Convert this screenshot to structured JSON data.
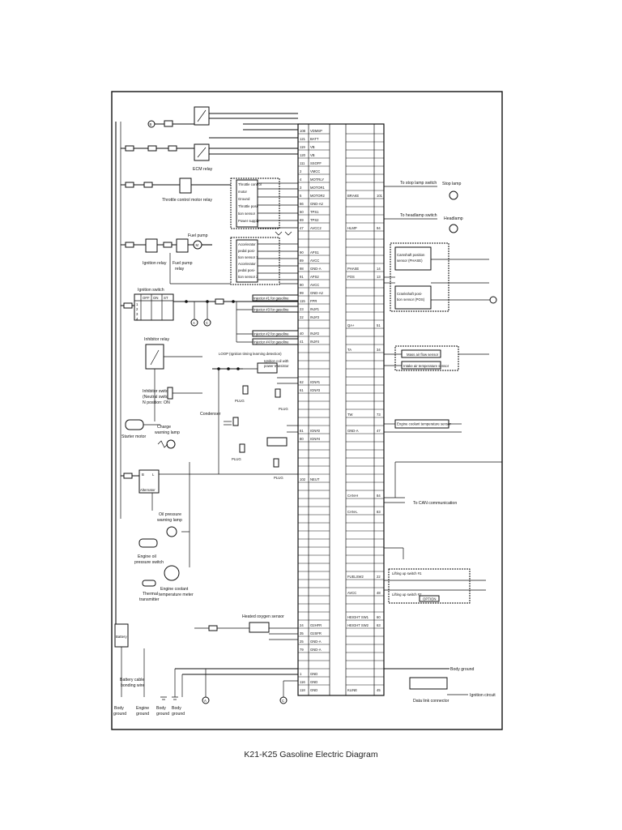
{
  "caption": "K21-K25 Gasoline Electric Diagram",
  "components": {
    "ecm_relay": "ECM relay",
    "throttle_motor_relay": "Throttle control motor relay",
    "fuel_pump": "Fuel pump",
    "ignition_relay": "Ignition relay",
    "fuel_pump_relay_1": "Fuel pump",
    "fuel_pump_relay_2": "relay",
    "ignition_switch": "Ignition switch",
    "inhibitor_relay": "Inhibitor relay",
    "inhibitor_switch_1": "Inhibitor switch",
    "inhibitor_switch_2": "(Neutral switch)",
    "inhibitor_switch_3": "N position: ON",
    "starter_motor": "Starter motor",
    "charge_lamp_1": "Charge",
    "charge_lamp_2": "warning lamp",
    "alternator": "Alternator",
    "oil_lamp_1": "Oil pressure",
    "oil_lamp_2": "warning lamp",
    "oil_switch_1": "Engine oil",
    "oil_switch_2": "pressure switch",
    "thermal_1": "Thermal",
    "thermal_2": "transmitter",
    "temp_meter_1": "Engine coolant",
    "temp_meter_2": "temperature meter",
    "battery": "Battery",
    "battery_cable_1": "Battery cable",
    "battery_cable_2": "bonding wire",
    "body_ground_1": "Body",
    "body_ground_2": "ground",
    "engine_ground_1": "Engine",
    "engine_ground_2": "ground",
    "condenser": "Condenser",
    "loop_label": "LOOP (Ignition timing learning detection)",
    "ign_coil_1": "Ignition coil with",
    "ign_coil_2": "power transistor",
    "plug": "PLUG",
    "heated_o2": "Heated oxygen sensor",
    "to_stop_lamp_switch": "To stop lamp switch",
    "stop_lamp": "Stop lamp",
    "to_headlamp_switch": "To headlamp switch",
    "headlamp": "Headlamp",
    "cam_sensor_1": "Camshaft position",
    "cam_sensor_2": "sensor (PHASE)",
    "crank_sensor_1": "Crankshaft posi-",
    "crank_sensor_2": "tion sensor (POS)",
    "maf_1": "Mass air flow sensor",
    "maf_2": "Intake air temperature sensor",
    "ect_sensor": "Engine coolant temperature sensor",
    "to_can": "To CAN communication",
    "lift_sw_1": "Lifting up switch #1",
    "lift_sw_2": "Lifting up switch #2",
    "option": "OPTION",
    "body_ground_right": "Body ground",
    "ignition_circuit": "Ignition circuit",
    "data_link": "Data link connector",
    "throttle_actuator": [
      "Throttle control",
      "motor",
      "Ground",
      "Throttle posi-",
      "tion sensor",
      "Power supply"
    ],
    "accel_sensor": [
      "Accelerator",
      "pedal posi-",
      "tion sensor 1",
      "Accelerator",
      "pedal posi-",
      "tion sensor 2"
    ],
    "injectors": [
      "Injector #1 for gasoline",
      "Injector #3 for gasoline",
      "Injector #2 for gasoline",
      "Injector #4 for gasoline"
    ],
    "ign_sw_header": [
      "OFF",
      "ON",
      "ST"
    ],
    "ign_sw_rows": [
      "1",
      "2",
      "3",
      "4"
    ]
  },
  "ecm_left_pins": [
    {
      "n": "108",
      "s": "VDMSP"
    },
    {
      "n": "121",
      "s": "BATT"
    },
    {
      "n": "119",
      "s": "VB"
    },
    {
      "n": "120",
      "s": "VB"
    },
    {
      "n": "111",
      "s": "SSOFF"
    },
    {
      "n": "2",
      "s": "VMCC"
    },
    {
      "n": "4",
      "s": "MOTRLY"
    },
    {
      "n": "3",
      "s": "MOTOR1"
    },
    {
      "n": "5",
      "s": "MOTOR2"
    },
    {
      "n": "66",
      "s": "GND-A2"
    },
    {
      "n": "50",
      "s": "TPS1"
    },
    {
      "n": "69",
      "s": "TPS2"
    },
    {
      "n": "47",
      "s": "AVCC2"
    },
    {
      "n": "",
      "s": ""
    },
    {
      "n": "",
      "s": ""
    },
    {
      "n": "90",
      "s": "APS1"
    },
    {
      "n": "89",
      "s": "AVCC"
    },
    {
      "n": "98",
      "s": "GND-A"
    },
    {
      "n": "91",
      "s": "APS2"
    },
    {
      "n": "90",
      "s": "AVCC"
    },
    {
      "n": "99",
      "s": "GND-A2"
    },
    {
      "n": "115",
      "s": "FPR"
    },
    {
      "n": "23",
      "s": "INJ#1"
    },
    {
      "n": "22",
      "s": "INJ#3"
    },
    {
      "n": "",
      "s": ""
    },
    {
      "n": "40",
      "s": "INJ#2"
    },
    {
      "n": "41",
      "s": "INJ#4"
    },
    {
      "n": "",
      "s": ""
    },
    {
      "n": "",
      "s": ""
    },
    {
      "n": "",
      "s": ""
    },
    {
      "n": "",
      "s": ""
    },
    {
      "n": "62",
      "s": "IGN#1"
    },
    {
      "n": "61",
      "s": "IGN#3"
    },
    {
      "n": "",
      "s": ""
    },
    {
      "n": "",
      "s": ""
    },
    {
      "n": "",
      "s": ""
    },
    {
      "n": "",
      "s": ""
    },
    {
      "n": "81",
      "s": "IGN#2"
    },
    {
      "n": "80",
      "s": "IGN#4"
    },
    {
      "n": "",
      "s": ""
    },
    {
      "n": "",
      "s": ""
    },
    {
      "n": "",
      "s": ""
    },
    {
      "n": "",
      "s": ""
    },
    {
      "n": "102",
      "s": "NEUT"
    }
  ],
  "ecm_left_pins_o2": [
    {
      "n": "24",
      "s": "O2HFR"
    },
    {
      "n": "35",
      "s": "O2SFR"
    },
    {
      "n": "25",
      "s": "GND-A"
    },
    {
      "n": "79",
      "s": "GND-A"
    }
  ],
  "ecm_left_pins_gnd": [
    {
      "n": "1",
      "s": "GND"
    },
    {
      "n": "116",
      "s": "GND"
    },
    {
      "n": "118",
      "s": "GND"
    }
  ],
  "ecm_right_pins": [
    {
      "n": "101",
      "s": "BRAKE",
      "row": 9
    },
    {
      "n": "94",
      "s": "HLMP",
      "row": 13
    },
    {
      "n": "14",
      "s": "PHASE",
      "row": 18
    },
    {
      "n": "13",
      "s": "POS",
      "row": 19
    },
    {
      "n": "51",
      "s": "QA+",
      "row": 25
    },
    {
      "n": "34",
      "s": "TA",
      "row": 28
    },
    {
      "n": "73",
      "s": "TW",
      "row": 36
    },
    {
      "n": "47",
      "s": "GND-A",
      "row": 38
    },
    {
      "n": "84",
      "s": "CAN-H",
      "row": 46
    },
    {
      "n": "83",
      "s": "CAN-L",
      "row": 48
    },
    {
      "n": "22",
      "s": "FUELSW2",
      "row": 56
    },
    {
      "n": "48",
      "s": "AVCC",
      "row": 58
    },
    {
      "n": "60",
      "s": "HEIGHT SW1",
      "row": 61
    },
    {
      "n": "63",
      "s": "HEIGHT SW2",
      "row": 62
    },
    {
      "n": "45",
      "s": "KLINE",
      "row": 70
    }
  ]
}
